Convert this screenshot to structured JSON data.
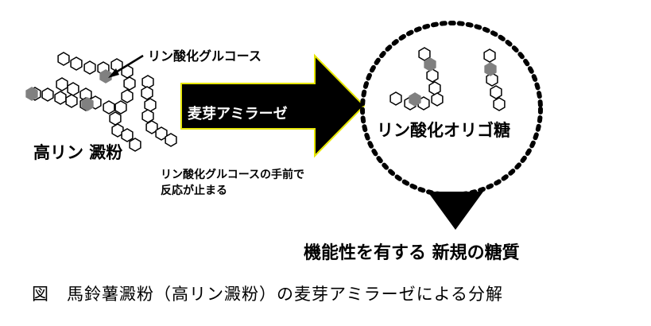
{
  "labels": {
    "phosphorylated_glucose": "リン酸化グルコース",
    "high_phosphorus_starch": "高リン 澱粉",
    "enzyme": "麦芽アミラーゼ",
    "stop_line1": "リン酸化グルコースの手前で",
    "stop_line2": "反応が止まる",
    "oligosaccharide": "リン酸化オリゴ糖",
    "functional_sugar": "機能性を有する 新規の糖質"
  },
  "caption": "図　馬鈴薯澱粉（高リン澱粉）の麦芽アミラーゼによる分解",
  "colors": {
    "glucose_ring": "#ffffff",
    "phosphorylated_glucose": "#808080",
    "enzyme_arrow_fill": "#000000",
    "enzyme_arrow_edge": "#e6e600",
    "outline": "#000000"
  }
}
